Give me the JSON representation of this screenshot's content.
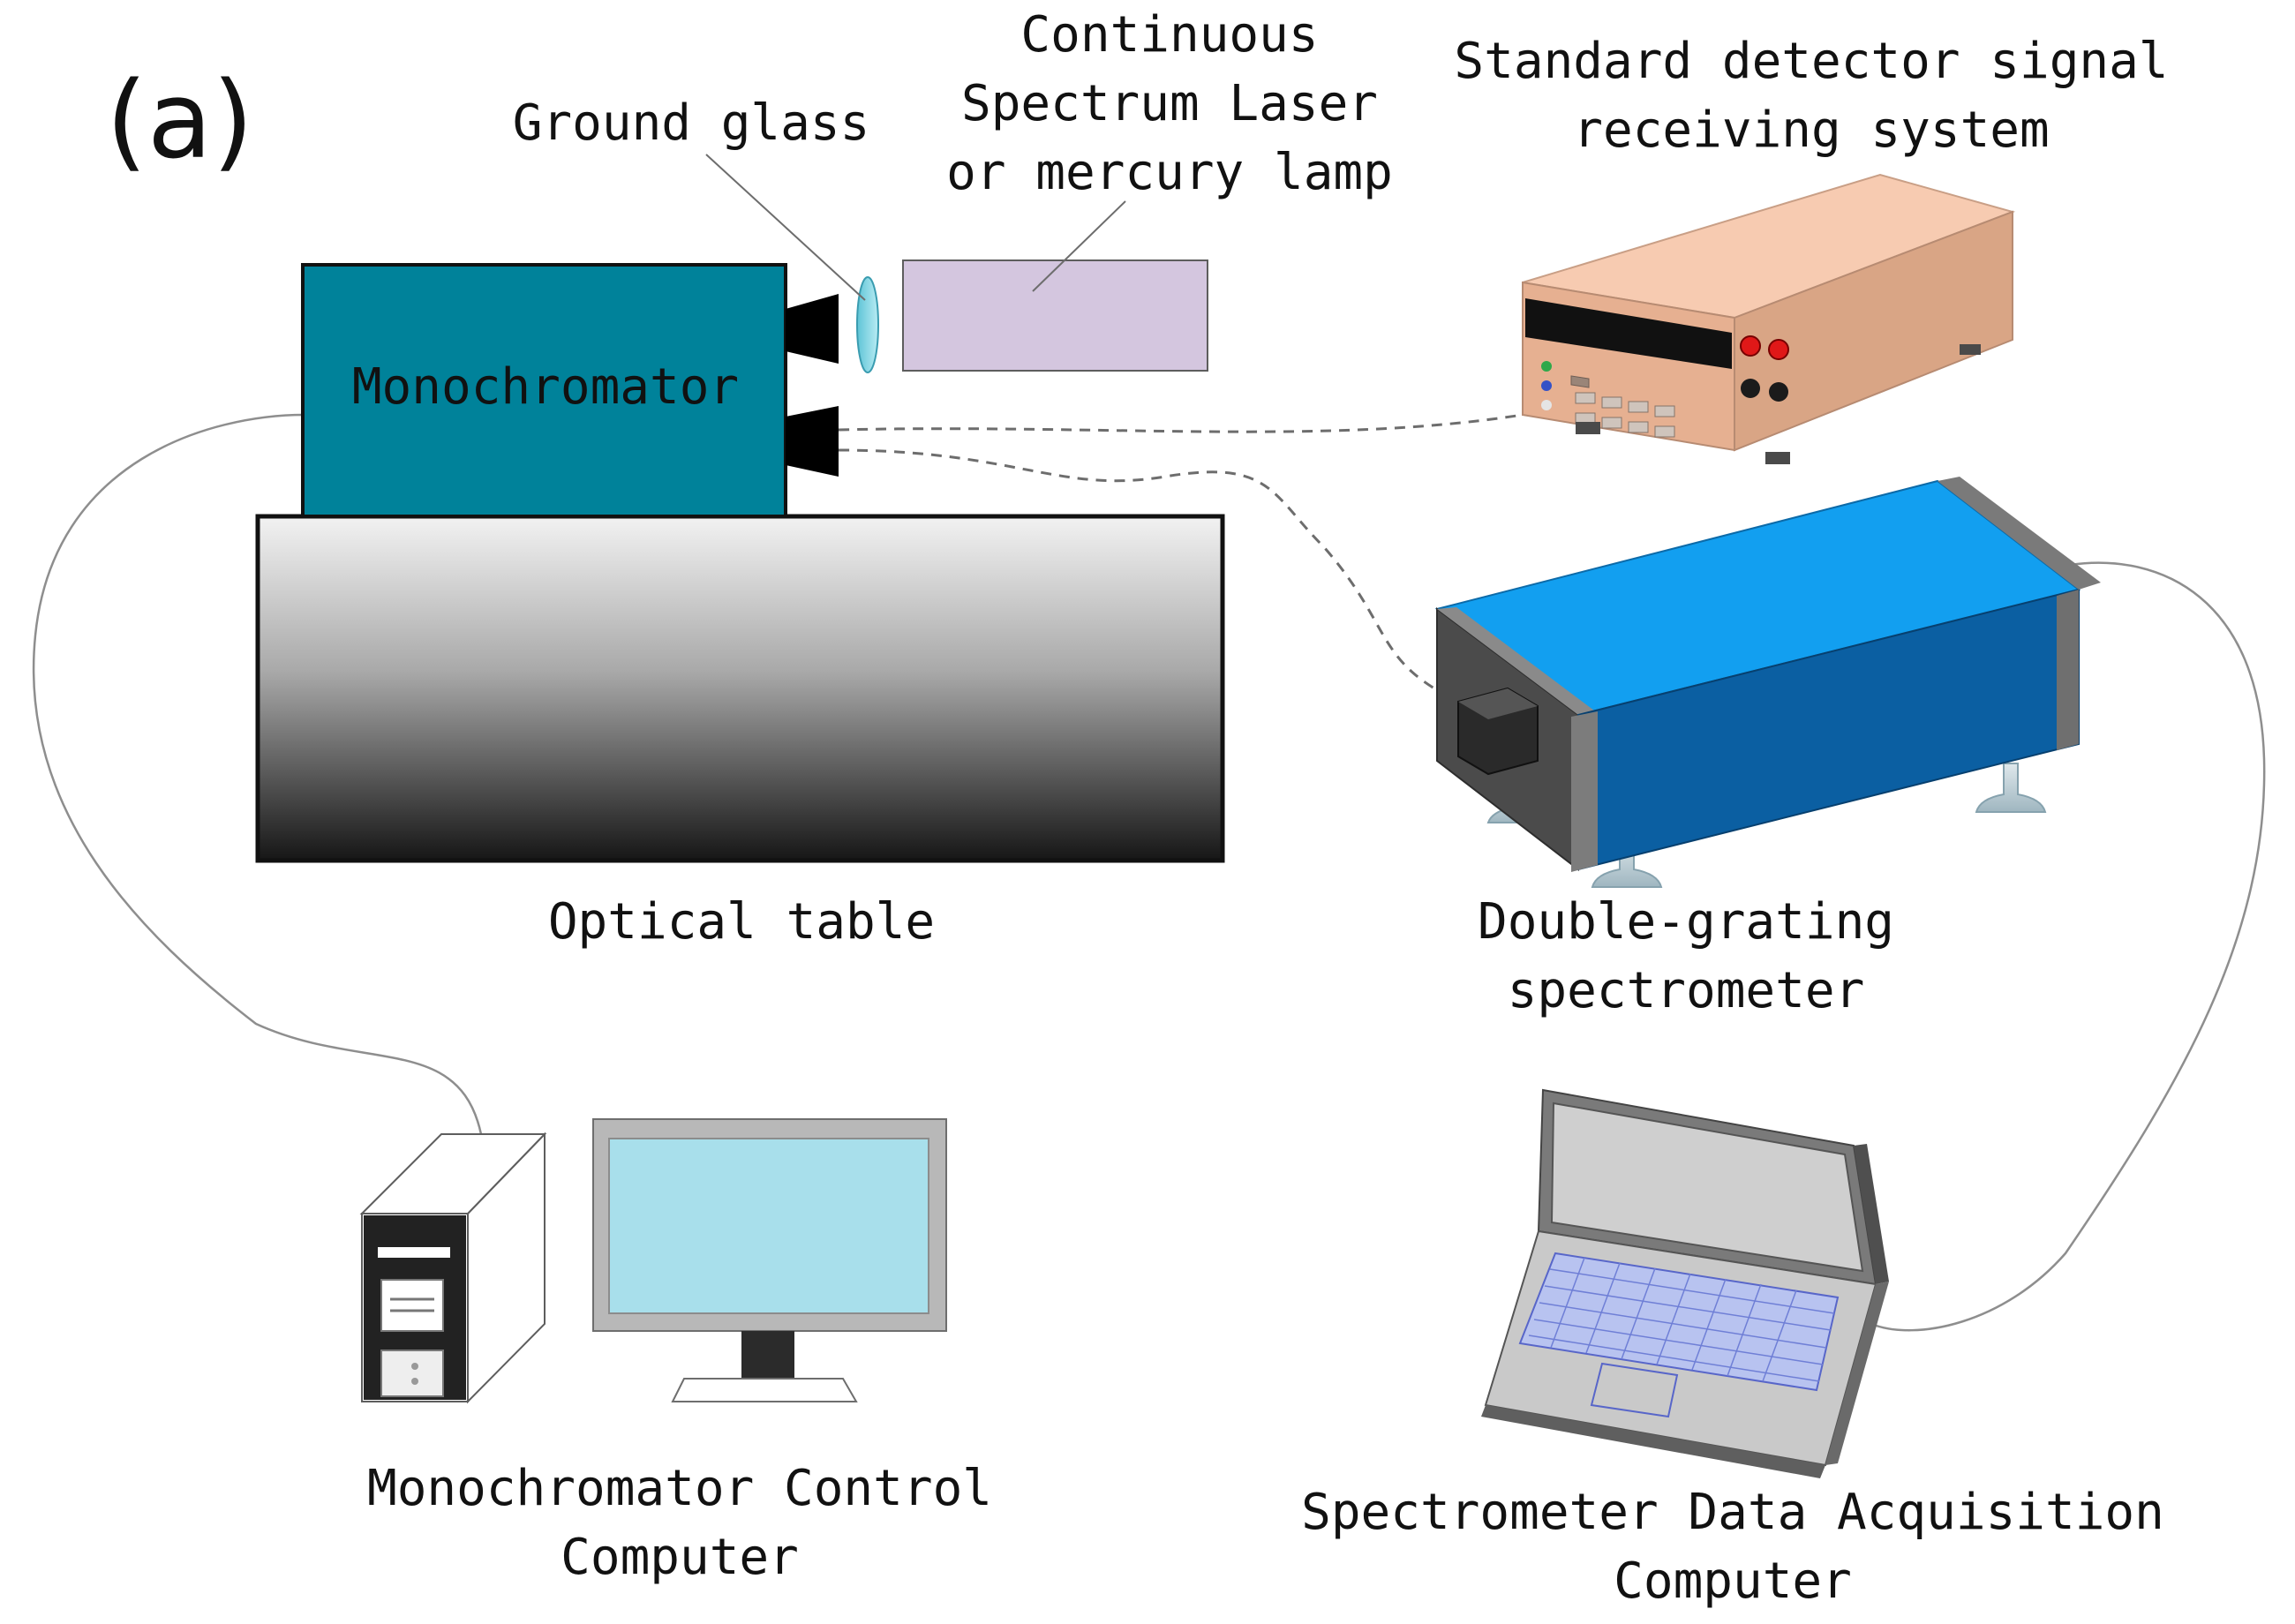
{
  "figure": {
    "panel_label": "(a)"
  },
  "labels": {
    "ground_glass": "Ground glass",
    "light_source": [
      "Continuous",
      "Spectrum Laser",
      "or mercury lamp"
    ],
    "standard_detector": [
      "Standard detector signal",
      "receiving system"
    ],
    "monochromator": "Monochromator",
    "optical_table": "Optical table",
    "double_grating": [
      "Double-grating",
      "spectrometer"
    ],
    "monochromator_computer": [
      "Monochromator Control",
      "Computer"
    ],
    "acquisition_computer": [
      "Spectrometer Data Acquisition",
      "Computer"
    ]
  },
  "colors": {
    "monochromator": "#00829a",
    "light_source": "#d4c6df",
    "ground_glass": "#8ad6e4",
    "detector_body": "#e9b89b",
    "spectrometer_top": "#129ff0",
    "spectrometer_side": "#0b5fa2",
    "monitor_screen": "#a8dfeb",
    "table_gradient_top": "#f2f2f2",
    "table_gradient_bottom": "#161616"
  }
}
